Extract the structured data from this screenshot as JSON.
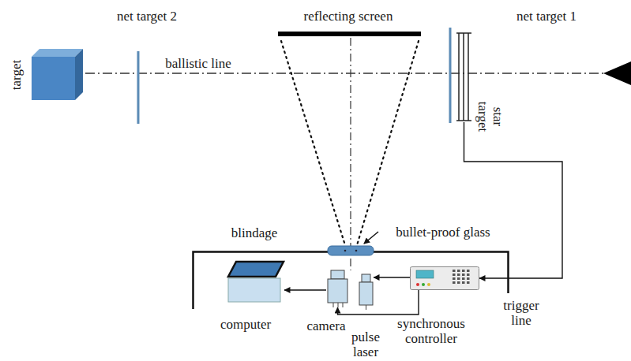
{
  "diagram": {
    "nodes": [
      {
        "text": [
          "target"
        ]
      },
      {
        "text": [
          "net target 2"
        ]
      },
      {
        "text": [
          "reflecting screen"
        ]
      },
      {
        "text": [
          "net target 1"
        ]
      },
      {
        "text": [
          "star target"
        ]
      },
      {
        "text": [
          "blindage"
        ]
      },
      {
        "text": [
          "bullet-proof glass"
        ],
        "in": 5
      },
      {
        "text": [
          "computer"
        ],
        "in": 5
      },
      {
        "text": [
          "camera"
        ],
        "in": 5
      },
      {
        "text": [
          "pulse laser"
        ],
        "in": 5
      },
      {
        "text": [
          "synchronous controller"
        ],
        "in": 5
      }
    ],
    "edges": [
      {
        "from": 4,
        "to": 10,
        "label": "trigger line",
        "arrow": "to"
      },
      {
        "from": 10,
        "to": 8,
        "arrow": "to"
      },
      {
        "from": 10,
        "to": 9,
        "arrow": "to"
      },
      {
        "from": 8,
        "to": 7,
        "arrow": "to"
      }
    ],
    "labels": [
      "ballistic line"
    ]
  }
}
